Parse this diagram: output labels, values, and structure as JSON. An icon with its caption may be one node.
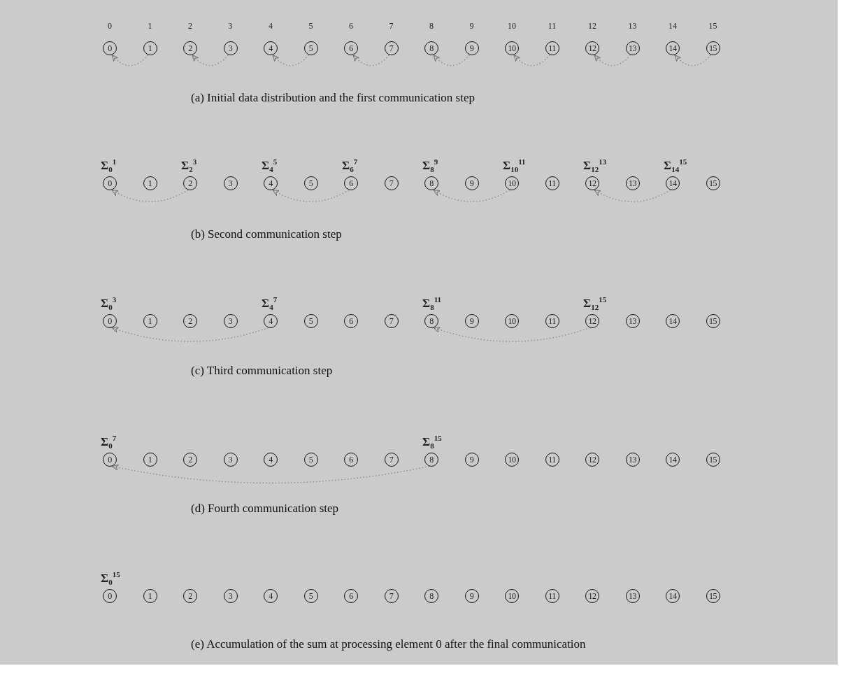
{
  "diagram": {
    "nodes": [
      {
        "text": [
          "0"
        ]
      },
      {
        "text": [
          "1"
        ]
      },
      {
        "text": [
          "2"
        ]
      },
      {
        "text": [
          "3"
        ]
      },
      {
        "text": [
          "4"
        ]
      },
      {
        "text": [
          "5"
        ]
      },
      {
        "text": [
          "6"
        ]
      },
      {
        "text": [
          "7"
        ]
      },
      {
        "text": [
          "8"
        ]
      },
      {
        "text": [
          "9"
        ]
      },
      {
        "text": [
          "10"
        ]
      },
      {
        "text": [
          "11"
        ]
      },
      {
        "text": [
          "12"
        ]
      },
      {
        "text": [
          "13"
        ]
      },
      {
        "text": [
          "14"
        ]
      },
      {
        "text": [
          "15"
        ]
      },
      {
        "text": [
          "0"
        ],
        "beside": [
          "Σ$_{0}$$^{1}$"
        ]
      },
      {
        "text": [
          "1"
        ]
      },
      {
        "text": [
          "2"
        ],
        "beside": [
          "Σ$_{2}$$^{3}$"
        ]
      },
      {
        "text": [
          "3"
        ]
      },
      {
        "text": [
          "4"
        ],
        "beside": [
          "Σ$_{4}$$^{5}$"
        ]
      },
      {
        "text": [
          "5"
        ]
      },
      {
        "text": [
          "6"
        ],
        "beside": [
          "Σ$_{6}$$^{7}$"
        ]
      },
      {
        "text": [
          "7"
        ]
      },
      {
        "text": [
          "8"
        ],
        "beside": [
          "Σ$_{8}$$^{9}$"
        ]
      },
      {
        "text": [
          "9"
        ]
      },
      {
        "text": [
          "10"
        ],
        "beside": [
          "Σ$_{10}$$^{11}$"
        ]
      },
      {
        "text": [
          "11"
        ]
      },
      {
        "text": [
          "12"
        ],
        "beside": [
          "Σ$_{12}$$^{13}$"
        ]
      },
      {
        "text": [
          "13"
        ]
      },
      {
        "text": [
          "14"
        ],
        "beside": [
          "Σ$_{14}$$^{15}$"
        ]
      },
      {
        "text": [
          "15"
        ]
      },
      {
        "text": [
          "0"
        ],
        "beside": [
          "Σ$_{0}$$^{3}$"
        ]
      },
      {
        "text": [
          "1"
        ]
      },
      {
        "text": [
          "2"
        ]
      },
      {
        "text": [
          "3"
        ]
      },
      {
        "text": [
          "4"
        ],
        "beside": [
          "Σ$_{4}$$^{7}$"
        ]
      },
      {
        "text": [
          "5"
        ]
      },
      {
        "text": [
          "6"
        ]
      },
      {
        "text": [
          "7"
        ]
      },
      {
        "text": [
          "8"
        ],
        "beside": [
          "Σ$_{8}$$^{11}$"
        ]
      },
      {
        "text": [
          "9"
        ]
      },
      {
        "text": [
          "10"
        ]
      },
      {
        "text": [
          "11"
        ]
      },
      {
        "text": [
          "12"
        ],
        "beside": [
          "Σ$_{12}$$^{15}$"
        ]
      },
      {
        "text": [
          "13"
        ]
      },
      {
        "text": [
          "14"
        ]
      },
      {
        "text": [
          "15"
        ]
      },
      {
        "text": [
          "0"
        ],
        "beside": [
          "Σ$_{0}$$^{7}$"
        ]
      },
      {
        "text": [
          "1"
        ]
      },
      {
        "text": [
          "2"
        ]
      },
      {
        "text": [
          "3"
        ]
      },
      {
        "text": [
          "4"
        ]
      },
      {
        "text": [
          "5"
        ]
      },
      {
        "text": [
          "6"
        ]
      },
      {
        "text": [
          "7"
        ]
      },
      {
        "text": [
          "8"
        ],
        "beside": [
          "Σ$_{8}$$^{15}$"
        ]
      },
      {
        "text": [
          "9"
        ]
      },
      {
        "text": [
          "10"
        ]
      },
      {
        "text": [
          "11"
        ]
      },
      {
        "text": [
          "12"
        ]
      },
      {
        "text": [
          "13"
        ]
      },
      {
        "text": [
          "14"
        ]
      },
      {
        "text": [
          "15"
        ]
      },
      {
        "text": [
          "0"
        ],
        "beside": [
          "Σ$_{0}$$^{15}$"
        ]
      },
      {
        "text": [
          "1"
        ]
      },
      {
        "text": [
          "2"
        ]
      },
      {
        "text": [
          "3"
        ]
      },
      {
        "text": [
          "4"
        ]
      },
      {
        "text": [
          "5"
        ]
      },
      {
        "text": [
          "6"
        ]
      },
      {
        "text": [
          "7"
        ]
      },
      {
        "text": [
          "8"
        ]
      },
      {
        "text": [
          "9"
        ]
      },
      {
        "text": [
          "10"
        ]
      },
      {
        "text": [
          "11"
        ]
      },
      {
        "text": [
          "12"
        ]
      },
      {
        "text": [
          "13"
        ]
      },
      {
        "text": [
          "14"
        ]
      },
      {
        "text": [
          "15"
        ]
      }
    ],
    "edges": [
      {
        "from": 1,
        "to": 0,
        "arrow": "to",
        "style": "dashed"
      },
      {
        "from": 3,
        "to": 2,
        "arrow": "to",
        "style": "dashed"
      },
      {
        "from": 5,
        "to": 4,
        "arrow": "to",
        "style": "dashed"
      },
      {
        "from": 7,
        "to": 6,
        "arrow": "to",
        "style": "dashed"
      },
      {
        "from": 9,
        "to": 8,
        "arrow": "to",
        "style": "dashed"
      },
      {
        "from": 11,
        "to": 10,
        "arrow": "to",
        "style": "dashed"
      },
      {
        "from": 13,
        "to": 12,
        "arrow": "to",
        "style": "dashed"
      },
      {
        "from": 15,
        "to": 14,
        "arrow": "to",
        "style": "dashed"
      },
      {
        "from": 18,
        "to": 16,
        "arrow": "to",
        "style": "dashed"
      },
      {
        "from": 22,
        "to": 20,
        "arrow": "to",
        "style": "dashed"
      },
      {
        "from": 26,
        "to": 24,
        "arrow": "to",
        "style": "dashed"
      },
      {
        "from": 30,
        "to": 28,
        "arrow": "to",
        "style": "dashed"
      },
      {
        "from": 36,
        "to": 32,
        "arrow": "to",
        "style": "dashed"
      },
      {
        "from": 44,
        "to": 40,
        "arrow": "to",
        "style": "dashed"
      },
      {
        "from": 56,
        "to": 48,
        "arrow": "to",
        "style": "dashed"
      }
    ],
    "labels": [
      "0",
      "1",
      "2",
      "3",
      "4",
      "5",
      "6",
      "7",
      "8",
      "9",
      "10",
      "11",
      "12",
      "13",
      "14",
      "15",
      "(a)  Initial data distribution and the first communication step",
      "(b)  Second communication step",
      "(c)  Third communication step",
      "(d)  Fourth communication step",
      "(e)  Accumulation of the sum at processing element 0  after the final communication"
    ]
  }
}
